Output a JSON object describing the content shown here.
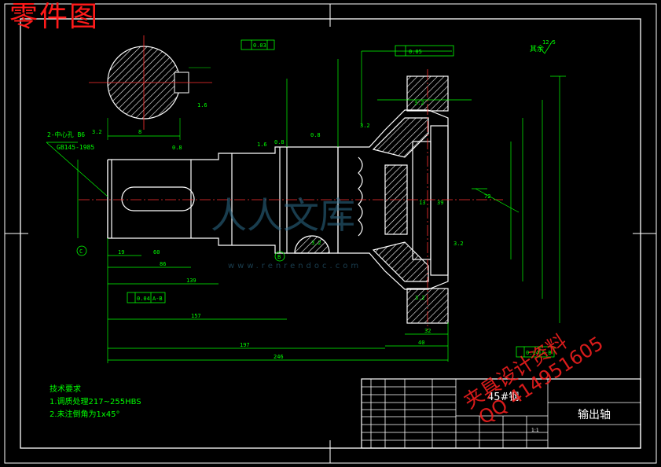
{
  "title": "零件图",
  "part_name": "输出轴",
  "material": "45#钢",
  "tech_requirements": {
    "heading": "技术要求",
    "items": [
      "1.调质处理217~255HBS",
      "2.未注倒角为1x45°"
    ]
  },
  "roughness_other": "其余",
  "roughness_other_value": "12.5",
  "center_hole": [
    "2-中心孔 B6",
    "GB145-1985"
  ],
  "dimensions": {
    "d1": "19",
    "d2": "60",
    "d3": "86",
    "d4": "139",
    "d5": "157",
    "d6": "197",
    "d7": "246",
    "g1": "32",
    "g2": "40",
    "g3": "13",
    "g4": "39",
    "g5": "72",
    "g6": "8"
  },
  "roughness": [
    "3.2",
    "1.6",
    "0.8",
    "1.6",
    "0.8",
    "0.8",
    "3.2",
    "3.2",
    "3.2",
    "3.2",
    "3.2"
  ],
  "tolerances": {
    "flatness": "0.03",
    "position": "0.05",
    "runout1": "0.04",
    "runout1_ref": "A-B",
    "runout2": "0.04",
    "runout2_ref": "A-B"
  },
  "datum_labels": [
    "C",
    "B"
  ],
  "scale": "1:1",
  "watermark_red": [
    "夹具设计资料",
    "QQ 414951605"
  ],
  "watermark_blue": "人人文库",
  "watermark_url": "www.renrendoc.com",
  "colors": {
    "background": "#000000",
    "lines": "#00ff00",
    "outline": "#ffffff",
    "title": "#ff1a1a",
    "center": "#ff3030"
  }
}
